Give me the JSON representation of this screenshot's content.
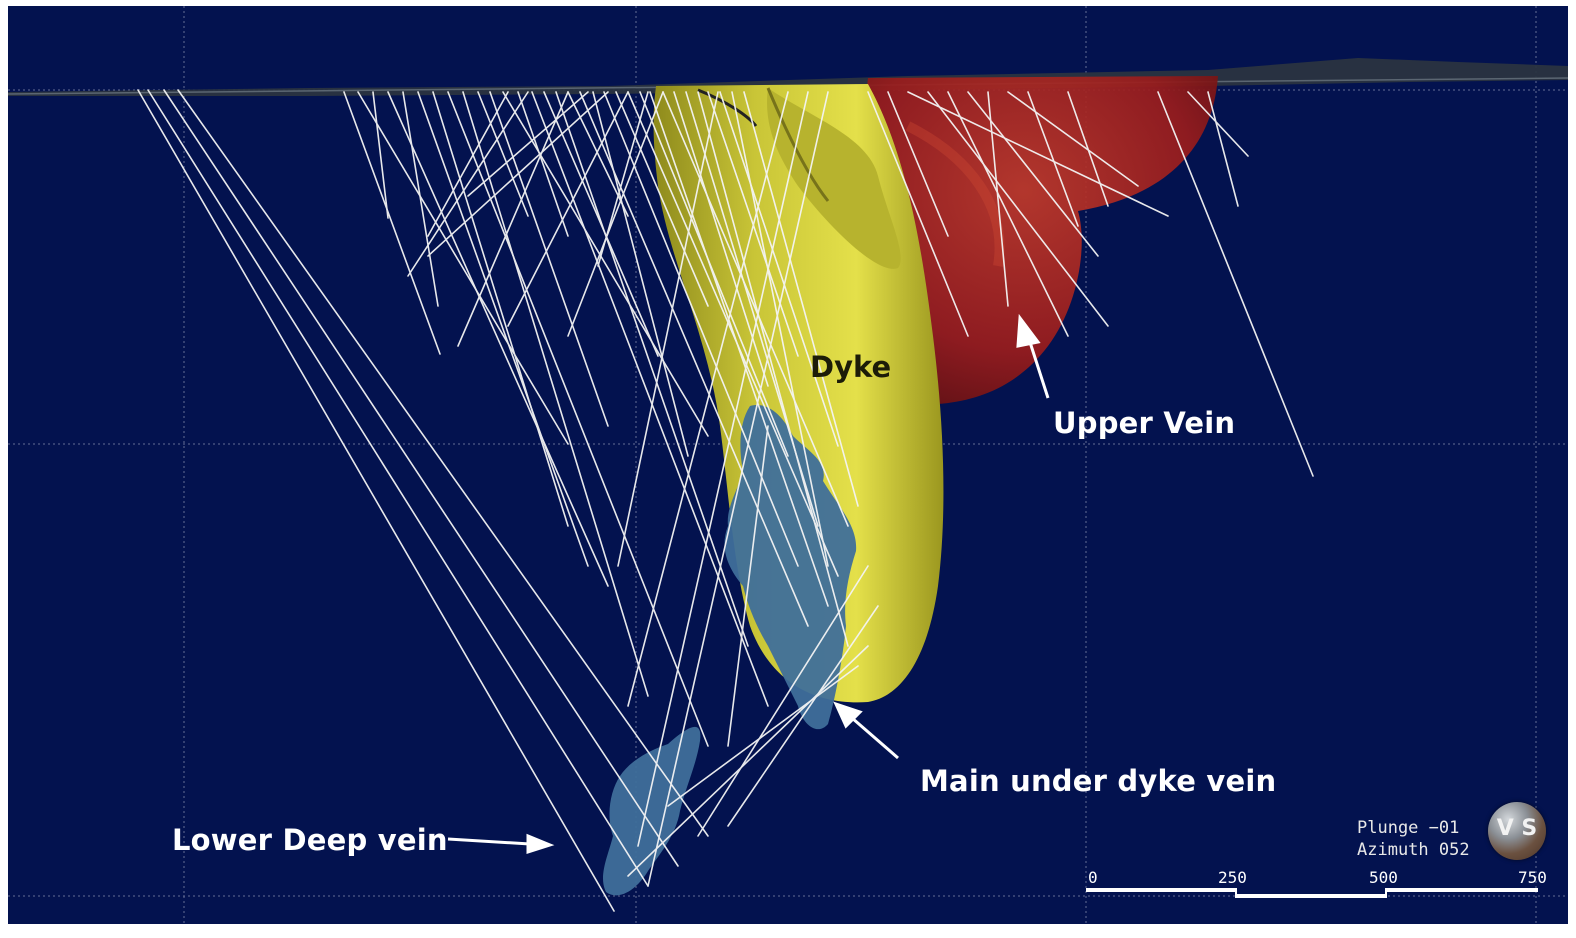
{
  "labels": {
    "dyke": "Dyke",
    "upper_vein": "Upper Vein",
    "main_under_dyke_vein": "Main under dyke vein",
    "lower_deep_vein": "Lower Deep vein"
  },
  "orientation": {
    "plunge": "Plunge −01",
    "azimuth": "Azimuth 052"
  },
  "scale_bar": {
    "ticks": [
      "0",
      "250",
      "500",
      "750"
    ]
  },
  "compass": {
    "icon": "globe-compass-icon",
    "glyphs": "V S"
  },
  "colors": {
    "background": "#03124f",
    "dyke": "#d6d23a",
    "upper_vein": "#a51d1d",
    "deep_veins": "#3f6f9a",
    "drillholes": "#f4f4f4",
    "grid": "#7d86a8"
  }
}
